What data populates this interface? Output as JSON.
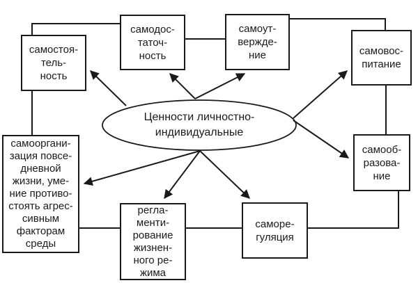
{
  "diagram": {
    "center": {
      "label": "Ценности личностно-\nиндивидуальные"
    },
    "boxes": [
      {
        "id": "samostoyatelnost",
        "label": "самостоя-\nтель-\nность"
      },
      {
        "id": "samodostatochnost",
        "label": "самодос-\nтаточ-\nность"
      },
      {
        "id": "samoutverzhdenie",
        "label": "самоут-\nвержде-\nние"
      },
      {
        "id": "samovospitanie",
        "label": "самовос-\nпитание"
      },
      {
        "id": "samoobrazovanie",
        "label": "самооб-\nразова-\nние"
      },
      {
        "id": "samoregulyatsiya",
        "label": "саморе-\nгуляция"
      },
      {
        "id": "reglamentirovanie",
        "label": "регла-\nменти-\nрование\nжизнен-\nного ре-\nжима"
      },
      {
        "id": "samoorganizatsiya",
        "label": "самооргани-\nзация повсе-\nдневной\nжизни, уме-\nние противо-\nстоять агрес-\nсивным\nфакторам\nсреды"
      }
    ],
    "colors": {
      "line": "#1a1a1a",
      "box_background": "#ffffff",
      "text": "#1a1a1a",
      "background": "#ffffff"
    }
  }
}
